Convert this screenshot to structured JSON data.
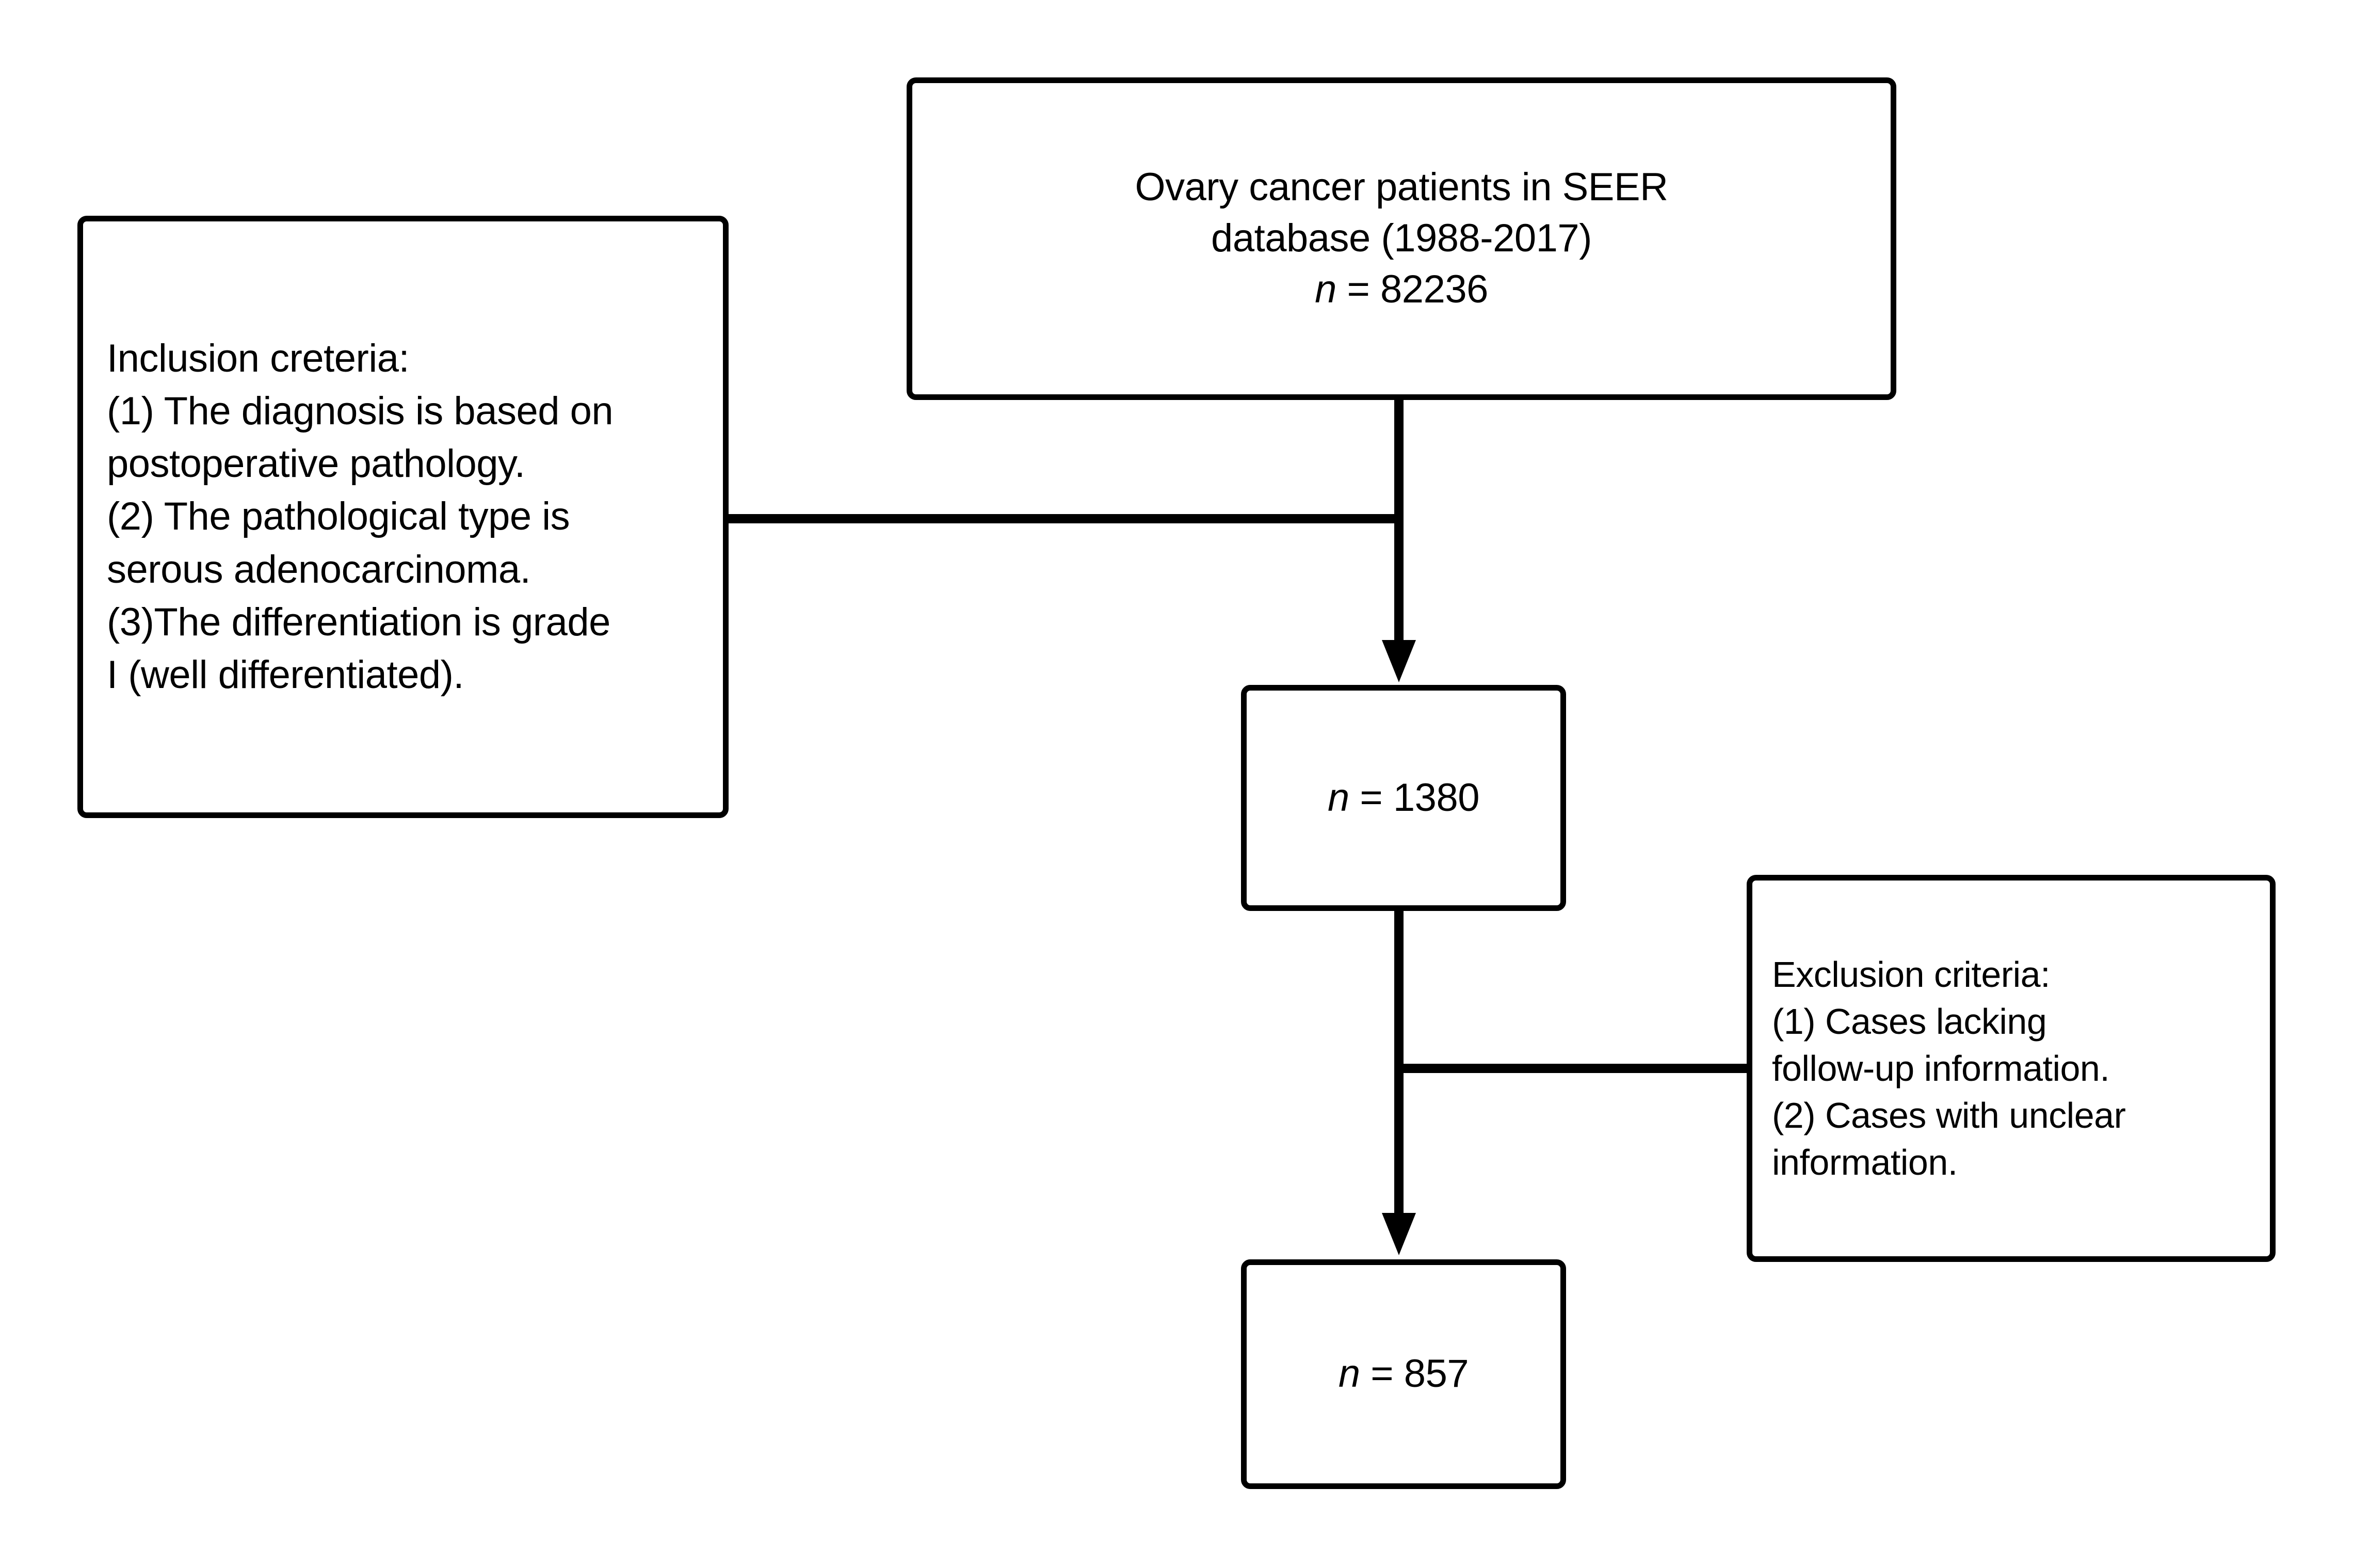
{
  "diagram": {
    "type": "study-flow-diagram",
    "nodes": {
      "source": {
        "label": "Ovary cancer patients in SEER\ndatabase  (1988-2017)",
        "count_prefix": "n",
        "count_equals": " = ",
        "count_value": "82236",
        "count_line": "n = 82236"
      },
      "inclusion": {
        "heading": "Inclusion creteria:",
        "items": [
          "(1) The diagnosis is based on postoperative pathology.",
          "(2) The pathological type is serous adenocarcinoma.",
          "(3)The differentiation is grade I (well differentiated)."
        ],
        "text": "Inclusion creteria:\n(1) The diagnosis is based on\npostoperative pathology.\n(2) The pathological type is\nserous adenocarcinoma.\n(3)The differentiation is grade\nI (well differentiated)."
      },
      "filtered": {
        "count_prefix": "n",
        "count_equals": " = ",
        "count_value": "1380",
        "count_line": "n = 1380"
      },
      "exclusion": {
        "heading": "Exclusion criteria:",
        "items": [
          " (1) Cases lacking follow-up information.",
          " (2) Cases with unclear information."
        ],
        "text": "Exclusion criteria:\n (1) Cases lacking\nfollow-up information.\n (2) Cases with unclear\ninformation."
      },
      "final": {
        "count_prefix": "n",
        "count_equals": " = ",
        "count_value": "857",
        "count_line": "n = 857"
      }
    },
    "edges": [
      {
        "from": "source",
        "to": "filtered",
        "style": "arrow-down"
      },
      {
        "from": "inclusion",
        "to": "source-to-filtered-stem",
        "style": "line-horizontal"
      },
      {
        "from": "filtered",
        "to": "final",
        "style": "arrow-down"
      },
      {
        "from": "exclusion",
        "to": "filtered-to-final-stem",
        "style": "line-horizontal"
      }
    ],
    "colors": {
      "background": "#ffffff",
      "stroke": "#000000",
      "text": "#000000"
    }
  }
}
